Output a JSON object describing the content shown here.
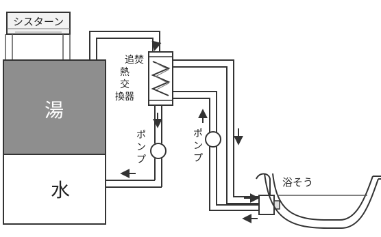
{
  "labels": {
    "cistern": "シスターン",
    "hot_water": "湯",
    "cold_water": "水",
    "heat_exchanger": "追焚熱交換器",
    "pump_left": "ポンプ",
    "pump_right": "ポンプ",
    "bathtub": "浴そう"
  },
  "colors": {
    "line": "#333333",
    "hot_zone": "#8e8e8e",
    "hot_text": "#ffffff",
    "tank_fill": "#ffffff",
    "cistern_fill": "#f2f2f2"
  }
}
